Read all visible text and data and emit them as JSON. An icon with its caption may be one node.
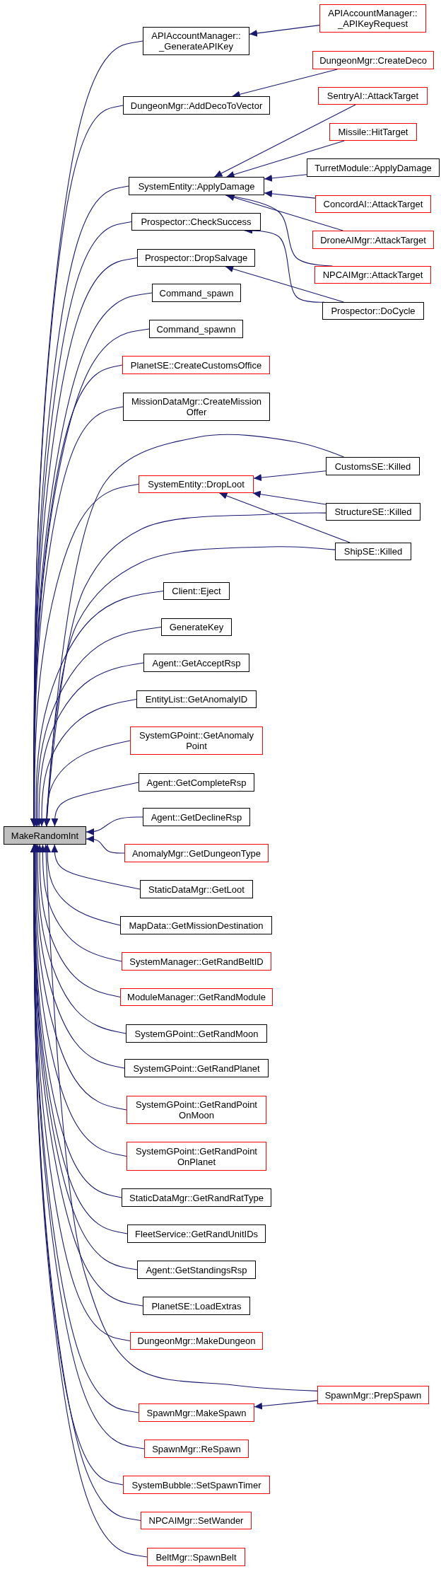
{
  "diagram": {
    "nodes": [
      {
        "text": [
          "APIAccountManager:: _APIKeyRequest"
        ]
      },
      {
        "text": [
          "APIAccountManager:: _GenerateAPIKey"
        ]
      },
      {
        "text": [
          "DungeonMgr::CreateDeco"
        ]
      },
      {
        "text": [
          "SentryAI::AttackTarget"
        ]
      },
      {
        "text": [
          "DungeonMgr::AddDecoToVector"
        ]
      },
      {
        "text": [
          "Missile::HitTarget"
        ]
      },
      {
        "text": [
          "TurretModule::ApplyDamage"
        ]
      },
      {
        "text": [
          "SystemEntity::ApplyDamage"
        ]
      },
      {
        "text": [
          "ConcordAI::AttackTarget"
        ]
      },
      {
        "text": [
          "Prospector::CheckSuccess"
        ]
      },
      {
        "text": [
          "DroneAIMgr::AttackTarget"
        ]
      },
      {
        "text": [
          "Prospector::DropSalvage"
        ]
      },
      {
        "text": [
          "NPCAIMgr::AttackTarget"
        ]
      },
      {
        "text": [
          "Command_spawn"
        ]
      },
      {
        "text": [
          "Prospector::DoCycle"
        ]
      },
      {
        "text": [
          "Command_spawnn"
        ]
      },
      {
        "text": [
          "PlanetSE::CreateCustomsOffice"
        ]
      },
      {
        "text": [
          "MissionDataMgr::CreateMission Offer"
        ]
      },
      {
        "text": [
          "CustomsSE::Killed"
        ]
      },
      {
        "text": [
          "SystemEntity::DropLoot"
        ]
      },
      {
        "text": [
          "StructureSE::Killed"
        ]
      },
      {
        "text": [
          "ShipSE::Killed"
        ]
      },
      {
        "text": [
          "Client::Eject"
        ]
      },
      {
        "text": [
          "GenerateKey"
        ]
      },
      {
        "text": [
          "Agent::GetAcceptRsp"
        ]
      },
      {
        "text": [
          "EntityList::GetAnomalyID"
        ]
      },
      {
        "text": [
          "SystemGPoint::GetAnomaly Point"
        ]
      },
      {
        "text": [
          "Agent::GetCompleteRsp"
        ]
      },
      {
        "text": [
          "Agent::GetDeclineRsp"
        ]
      },
      {
        "text": [
          "MakeRandomInt"
        ]
      },
      {
        "text": [
          "AnomalyMgr::GetDungeonType"
        ]
      },
      {
        "text": [
          "StaticDataMgr::GetLoot"
        ]
      },
      {
        "text": [
          "MapData::GetMissionDestination"
        ]
      },
      {
        "text": [
          "SystemManager::GetRandBeltID"
        ]
      },
      {
        "text": [
          "ModuleManager::GetRandModule"
        ]
      },
      {
        "text": [
          "SystemGPoint::GetRandMoon"
        ]
      },
      {
        "text": [
          "SystemGPoint::GetRandPlanet"
        ]
      },
      {
        "text": [
          "SystemGPoint::GetRandPoint OnMoon"
        ]
      },
      {
        "text": [
          "SystemGPoint::GetRandPoint OnPlanet"
        ]
      },
      {
        "text": [
          "StaticDataMgr::GetRandRatType"
        ]
      },
      {
        "text": [
          "FleetService::GetRandUnitIDs"
        ]
      },
      {
        "text": [
          "Agent::GetStandingsRsp"
        ]
      },
      {
        "text": [
          "PlanetSE::LoadExtras"
        ]
      },
      {
        "text": [
          "DungeonMgr::MakeDungeon"
        ]
      },
      {
        "text": [
          "SpawnMgr::PrepSpawn"
        ]
      },
      {
        "text": [
          "SpawnMgr::MakeSpawn"
        ]
      },
      {
        "text": [
          "SpawnMgr::ReSpawn"
        ]
      },
      {
        "text": [
          "SystemBubble::SetSpawnTimer"
        ]
      },
      {
        "text": [
          "NPCAIMgr::SetWander"
        ]
      },
      {
        "text": [
          "BeltMgr::SpawnBelt"
        ]
      }
    ],
    "edges": [
      {
        "from": 0,
        "to": 1,
        "arrow": "to"
      },
      {
        "from": 1,
        "to": 29,
        "arrow": "to"
      },
      {
        "from": 2,
        "to": 4,
        "arrow": "to"
      },
      {
        "from": 4,
        "to": 29,
        "arrow": "to"
      },
      {
        "from": 3,
        "to": 7,
        "arrow": "to"
      },
      {
        "from": 5,
        "to": 7,
        "arrow": "to"
      },
      {
        "from": 6,
        "to": 7,
        "arrow": "to"
      },
      {
        "from": 8,
        "to": 7,
        "arrow": "to"
      },
      {
        "from": 10,
        "to": 7,
        "arrow": "to"
      },
      {
        "from": 12,
        "to": 7,
        "arrow": "to"
      },
      {
        "from": 7,
        "to": 29,
        "arrow": "to"
      },
      {
        "from": 14,
        "to": 9,
        "arrow": "to"
      },
      {
        "from": 9,
        "to": 29,
        "arrow": "to"
      },
      {
        "from": 14,
        "to": 11,
        "arrow": "to"
      },
      {
        "from": 11,
        "to": 29,
        "arrow": "to"
      },
      {
        "from": 13,
        "to": 29,
        "arrow": "to"
      },
      {
        "from": 15,
        "to": 29,
        "arrow": "to"
      },
      {
        "from": 16,
        "to": 29,
        "arrow": "to"
      },
      {
        "from": 17,
        "to": 29,
        "arrow": "to"
      },
      {
        "from": 18,
        "to": 19,
        "arrow": "to"
      },
      {
        "from": 18,
        "to": 29,
        "arrow": "to"
      },
      {
        "from": 19,
        "to": 29,
        "arrow": "to"
      },
      {
        "from": 20,
        "to": 19,
        "arrow": "to"
      },
      {
        "from": 20,
        "to": 29,
        "arrow": "to"
      },
      {
        "from": 21,
        "to": 19,
        "arrow": "to"
      },
      {
        "from": 21,
        "to": 29,
        "arrow": "to"
      },
      {
        "from": 22,
        "to": 29,
        "arrow": "to"
      },
      {
        "from": 23,
        "to": 29,
        "arrow": "to"
      },
      {
        "from": 24,
        "to": 29,
        "arrow": "to"
      },
      {
        "from": 25,
        "to": 29,
        "arrow": "to"
      },
      {
        "from": 26,
        "to": 29,
        "arrow": "to"
      },
      {
        "from": 27,
        "to": 29,
        "arrow": "to"
      },
      {
        "from": 28,
        "to": 29,
        "arrow": "to"
      },
      {
        "from": 30,
        "to": 29,
        "arrow": "to"
      },
      {
        "from": 31,
        "to": 29,
        "arrow": "to"
      },
      {
        "from": 32,
        "to": 29,
        "arrow": "to"
      },
      {
        "from": 33,
        "to": 29,
        "arrow": "to"
      },
      {
        "from": 34,
        "to": 29,
        "arrow": "to"
      },
      {
        "from": 35,
        "to": 29,
        "arrow": "to"
      },
      {
        "from": 36,
        "to": 29,
        "arrow": "to"
      },
      {
        "from": 37,
        "to": 29,
        "arrow": "to"
      },
      {
        "from": 38,
        "to": 29,
        "arrow": "to"
      },
      {
        "from": 39,
        "to": 29,
        "arrow": "to"
      },
      {
        "from": 40,
        "to": 29,
        "arrow": "to"
      },
      {
        "from": 41,
        "to": 29,
        "arrow": "to"
      },
      {
        "from": 42,
        "to": 29,
        "arrow": "to"
      },
      {
        "from": 43,
        "to": 29,
        "arrow": "to"
      },
      {
        "from": 44,
        "to": 45,
        "arrow": "to"
      },
      {
        "from": 44,
        "to": 29,
        "arrow": "to"
      },
      {
        "from": 45,
        "to": 29,
        "arrow": "to"
      },
      {
        "from": 46,
        "to": 29,
        "arrow": "to"
      },
      {
        "from": 47,
        "to": 29,
        "arrow": "to"
      },
      {
        "from": 48,
        "to": 29,
        "arrow": "to"
      },
      {
        "from": 49,
        "to": 29,
        "arrow": "to"
      }
    ]
  }
}
